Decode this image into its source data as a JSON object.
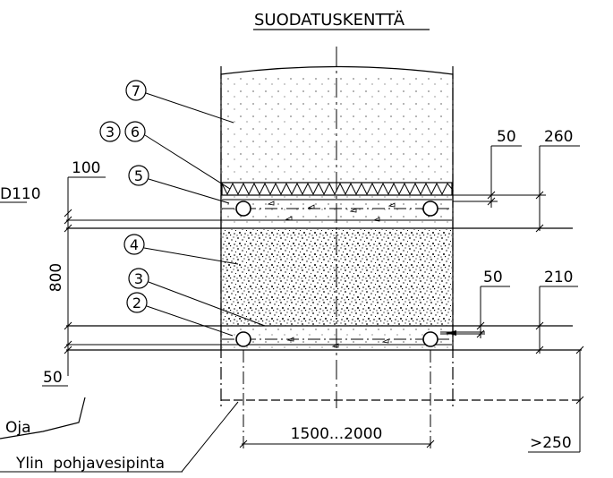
{
  "title": "SUODATUSKENTTÄ",
  "callouts": {
    "c7": "7",
    "c3a": "3",
    "c6": "6",
    "c5": "5",
    "c4": "4",
    "c3b": "3",
    "c2": "2"
  },
  "dimensions": {
    "d50_top": "50",
    "d260": "260",
    "d100": "100",
    "d110": "D110",
    "d800": "800",
    "d50_mid": "50",
    "d210": "210",
    "d50_left": "50",
    "width": "1500...2000",
    "gw": ">250"
  },
  "labels": {
    "ditch": "Oja",
    "groundwater": "Ylin  pohjavesipinta"
  }
}
